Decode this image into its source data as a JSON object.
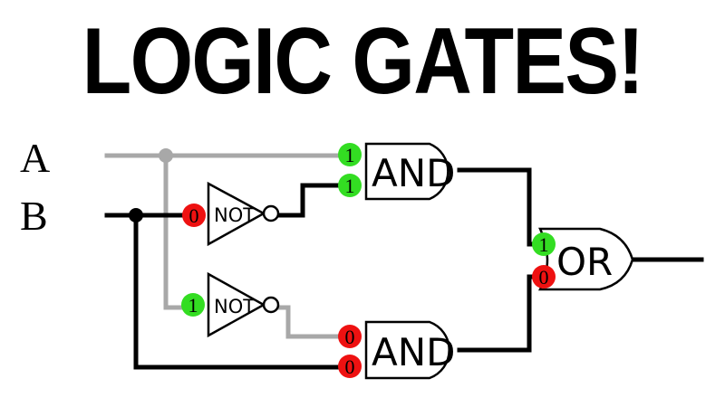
{
  "title": "LOGIC GATES!",
  "inputs": {
    "a_label": "A",
    "b_label": "B"
  },
  "gates": {
    "not_top_label": "NOT",
    "not_bottom_label": "NOT",
    "and_top_label": "AND",
    "and_bottom_label": "AND",
    "or_label": "OR"
  },
  "bits": {
    "not_top_in": "0",
    "not_bottom_in": "1",
    "and_top_in1": "1",
    "and_top_in2": "1",
    "and_bottom_in1": "0",
    "and_bottom_in2": "0",
    "or_in1": "1",
    "or_in2": "0"
  },
  "colors": {
    "high": "#33dd22",
    "low": "#ee1111",
    "wire_a": "#a8a8a8",
    "wire_b": "#000000"
  }
}
